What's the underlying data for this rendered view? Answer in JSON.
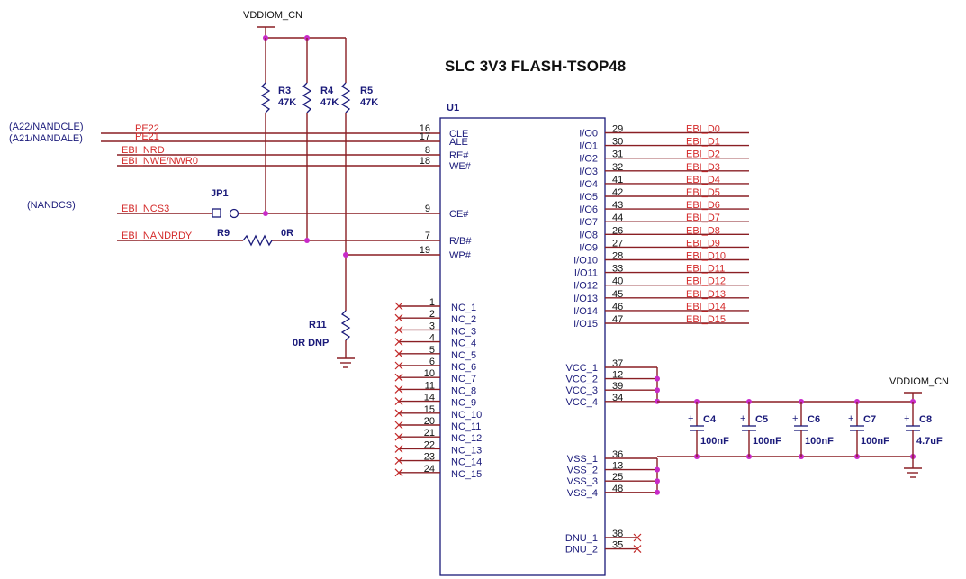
{
  "title": "SLC 3V3 FLASH-TSOP48",
  "chip": {
    "ref": "U1"
  },
  "power": {
    "vddiom": "VDDIOM_CN"
  },
  "resistors": [
    {
      "ref": "R3",
      "value": "47K"
    },
    {
      "ref": "R4",
      "value": "47K"
    },
    {
      "ref": "R5",
      "value": "47K"
    }
  ],
  "r9": {
    "ref": "R9",
    "value": "0R"
  },
  "r11": {
    "ref": "R11",
    "value": "0R DNP"
  },
  "jumper": {
    "ref": "JP1"
  },
  "left_aliases": [
    "(A22/NANDCLE)",
    "(A21/NANDALE)",
    "(NANDCS)"
  ],
  "left_signals": [
    {
      "net": "PE22",
      "num": "16",
      "pin": "CLE"
    },
    {
      "net": "PE21",
      "num": "17",
      "pin": "ALE"
    },
    {
      "net": "EBI_NRD",
      "num": "8",
      "pin": "RE#"
    },
    {
      "net": "EBI_NWE/NWR0",
      "num": "18",
      "pin": "WE#"
    },
    {
      "net": "EBI_NCS3",
      "num": "9",
      "pin": "CE#"
    },
    {
      "net": "EBI_NANDRDY",
      "num": "7",
      "pin": "R/B#"
    },
    {
      "net": "",
      "num": "19",
      "pin": "WP#"
    }
  ],
  "nc_pins": [
    {
      "num": "1",
      "pin": "NC_1"
    },
    {
      "num": "2",
      "pin": "NC_2"
    },
    {
      "num": "3",
      "pin": "NC_3"
    },
    {
      "num": "4",
      "pin": "NC_4"
    },
    {
      "num": "5",
      "pin": "NC_5"
    },
    {
      "num": "6",
      "pin": "NC_6"
    },
    {
      "num": "10",
      "pin": "NC_7"
    },
    {
      "num": "11",
      "pin": "NC_8"
    },
    {
      "num": "14",
      "pin": "NC_9"
    },
    {
      "num": "15",
      "pin": "NC_10"
    },
    {
      "num": "20",
      "pin": "NC_11"
    },
    {
      "num": "21",
      "pin": "NC_12"
    },
    {
      "num": "22",
      "pin": "NC_13"
    },
    {
      "num": "23",
      "pin": "NC_14"
    },
    {
      "num": "24",
      "pin": "NC_15"
    }
  ],
  "io_pins": [
    {
      "pin": "I/O0",
      "num": "29",
      "net": "EBI_D0"
    },
    {
      "pin": "I/O1",
      "num": "30",
      "net": "EBI_D1"
    },
    {
      "pin": "I/O2",
      "num": "31",
      "net": "EBI_D2"
    },
    {
      "pin": "I/O3",
      "num": "32",
      "net": "EBI_D3"
    },
    {
      "pin": "I/O4",
      "num": "41",
      "net": "EBI_D4"
    },
    {
      "pin": "I/O5",
      "num": "42",
      "net": "EBI_D5"
    },
    {
      "pin": "I/O6",
      "num": "43",
      "net": "EBI_D6"
    },
    {
      "pin": "I/O7",
      "num": "44",
      "net": "EBI_D7"
    },
    {
      "pin": "I/O8",
      "num": "26",
      "net": "EBI_D8"
    },
    {
      "pin": "I/O9",
      "num": "27",
      "net": "EBI_D9"
    },
    {
      "pin": "I/O10",
      "num": "28",
      "net": "EBI_D10"
    },
    {
      "pin": "I/O11",
      "num": "33",
      "net": "EBI_D11"
    },
    {
      "pin": "I/O12",
      "num": "40",
      "net": "EBI_D12"
    },
    {
      "pin": "I/O13",
      "num": "45",
      "net": "EBI_D13"
    },
    {
      "pin": "I/O14",
      "num": "46",
      "net": "EBI_D14"
    },
    {
      "pin": "I/O15",
      "num": "47",
      "net": "EBI_D15"
    }
  ],
  "vcc_pins": [
    {
      "pin": "VCC_1",
      "num": "37"
    },
    {
      "pin": "VCC_2",
      "num": "12"
    },
    {
      "pin": "VCC_3",
      "num": "39"
    },
    {
      "pin": "VCC_4",
      "num": "34"
    }
  ],
  "vss_pins": [
    {
      "pin": "VSS_1",
      "num": "36"
    },
    {
      "pin": "VSS_2",
      "num": "13"
    },
    {
      "pin": "VSS_3",
      "num": "25"
    },
    {
      "pin": "VSS_4",
      "num": "48"
    }
  ],
  "dnu_pins": [
    {
      "pin": "DNU_1",
      "num": "38"
    },
    {
      "pin": "DNU_2",
      "num": "35"
    }
  ],
  "caps": [
    {
      "ref": "C4",
      "value": "100nF"
    },
    {
      "ref": "C5",
      "value": "100nF"
    },
    {
      "ref": "C6",
      "value": "100nF"
    },
    {
      "ref": "C7",
      "value": "100nF"
    },
    {
      "ref": "C8",
      "value": "4.7uF"
    }
  ]
}
